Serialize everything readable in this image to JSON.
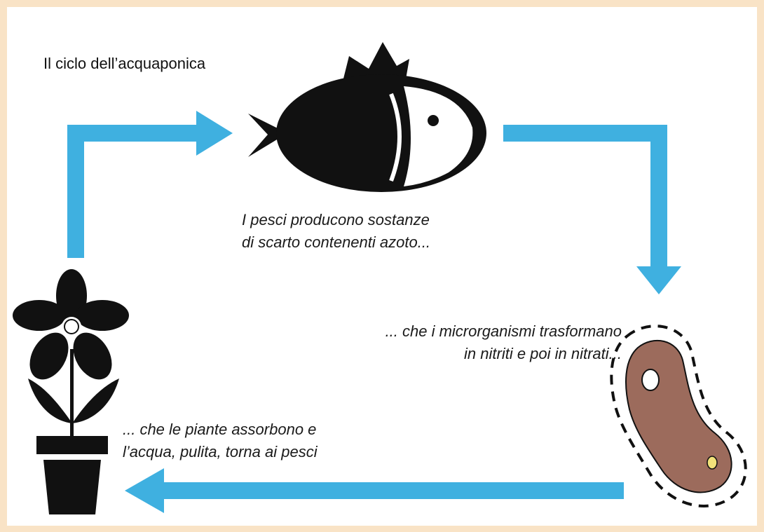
{
  "title": "Il ciclo dell’acquaponica",
  "captions": {
    "fish": [
      "I pesci producono sostanze",
      "di scarto contenenti azoto..."
    ],
    "microbe": [
      "... che i microrganismi trasformano",
      "in nitriti e poi in nitrati..."
    ],
    "plant": [
      "... che le piante assorbono e",
      "l’acqua, pulita, torna ai pesci"
    ]
  },
  "colors": {
    "background": "#f9e3c6",
    "arrow": "#3fb0e0",
    "fish": "#111111",
    "microbe": "#9c6b5c",
    "plant": "#111111"
  },
  "icons": {
    "fish": "fish-icon",
    "microbe": "microorganism-icon",
    "plant": "flower-pot-icon"
  }
}
